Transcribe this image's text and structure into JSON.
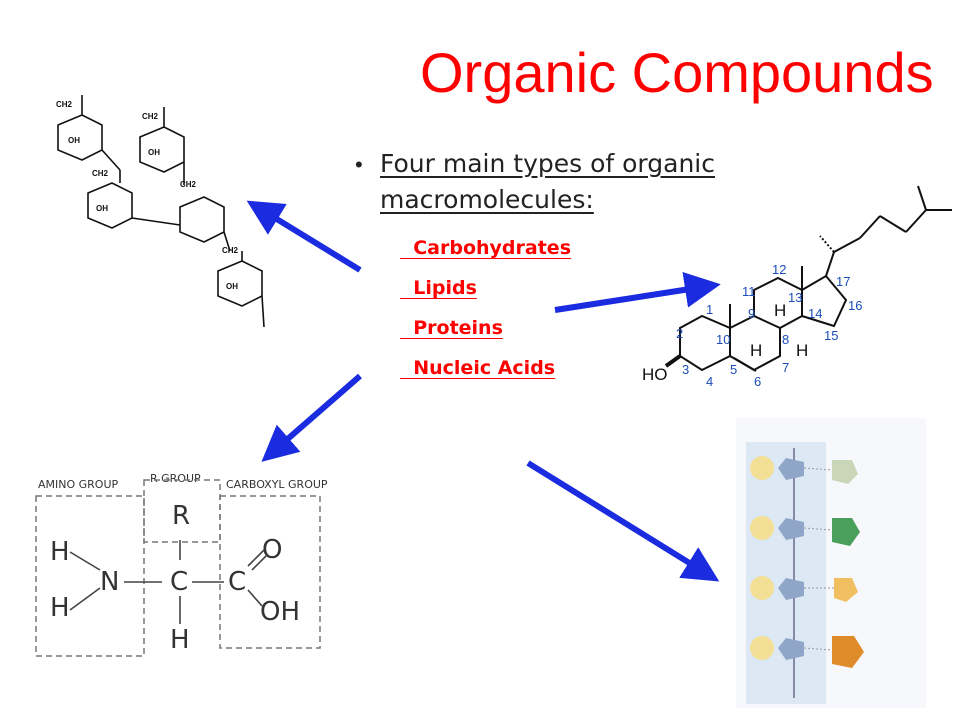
{
  "slide": {
    "title": "Organic Compounds",
    "bullet": "Four main types of organic macromolecules:",
    "items": [
      "  Carbohydrates",
      "  Lipids",
      "  Proteins",
      "  Nucleic Acids"
    ]
  },
  "colors": {
    "title": "#ff0000",
    "items": "#ff0000",
    "arrows": "#1a2be0",
    "steroid_numbers": "#1a4db8"
  },
  "amino_acid": {
    "labels": [
      "AMINO GROUP",
      "R GROUP",
      "CARBOXYL GROUP"
    ],
    "atoms": {
      "r": "R",
      "n": "N",
      "c1": "C",
      "c2": "C",
      "h1": "H",
      "h2": "H",
      "h3": "H",
      "o": "O",
      "oh": "OH"
    }
  },
  "steroid": {
    "ho": "HO",
    "h_labels": [
      "H",
      "H",
      "H"
    ],
    "numbers": [
      "1",
      "2",
      "3",
      "4",
      "5",
      "6",
      "7",
      "8",
      "9",
      "10",
      "11",
      "12",
      "13",
      "14",
      "15",
      "16",
      "17"
    ]
  },
  "carbohydrate": {
    "ch2": [
      "CH2",
      "CH2",
      "CH2",
      "CH2",
      "CH2"
    ],
    "oh": [
      "OH",
      "OH",
      "OH",
      "OH"
    ]
  }
}
